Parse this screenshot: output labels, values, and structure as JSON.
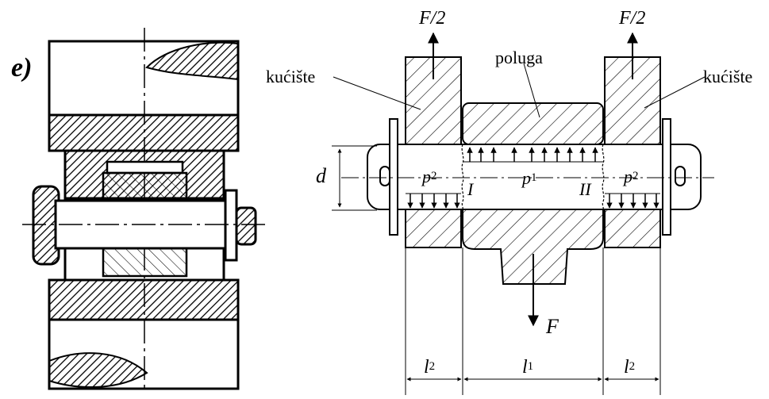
{
  "left_figure": {
    "tag": "e)"
  },
  "labels": {
    "force_top_left": "F/2",
    "force_top_right": "F/2",
    "housing_left": "kućište",
    "housing_right": "kućište",
    "lever": "poluga",
    "diameter": "d",
    "pressure_left": "p2",
    "pressure_mid": "p1",
    "pressure_right": "p2",
    "section_1": "I",
    "section_2": "II",
    "force_bottom": "F",
    "length_left": "l2",
    "length_mid": "l1",
    "length_right": "l2"
  },
  "colors": {
    "ink": "#000000",
    "paper": "#ffffff"
  }
}
